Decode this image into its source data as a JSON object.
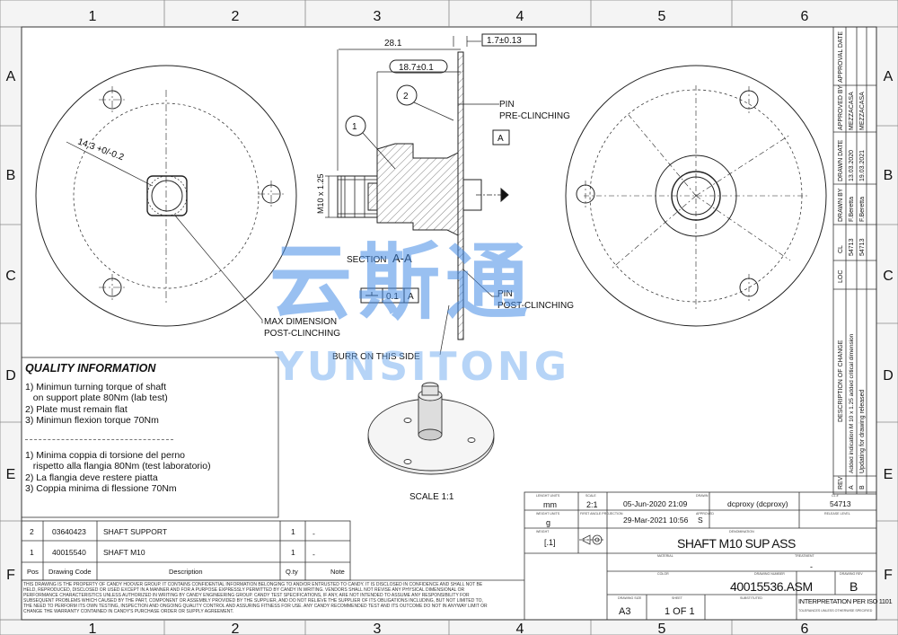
{
  "grid": {
    "columns": [
      "1",
      "2",
      "3",
      "4",
      "5",
      "6"
    ],
    "rows": [
      "A",
      "B",
      "C",
      "D",
      "E",
      "F"
    ]
  },
  "dimensions": {
    "d281": "28.1",
    "d17": "1.7±0.13",
    "d187": "18.7±0.1",
    "d143": "14.3 +0/-0.2",
    "m10": "M10 x 1.25"
  },
  "callouts": {
    "one": "1",
    "two": "2",
    "pin_pre": [
      "PIN",
      "PRE-CLINCHING"
    ],
    "pin_post": [
      "PIN",
      "POST-CLINCHING"
    ],
    "max_dim": [
      "MAX DIMENSION",
      "POST-CLINCHING"
    ],
    "burr": "BURR ON THIS SIDE",
    "datum": "A",
    "flatness": "0.1",
    "section_label": "SECTION",
    "section_id": "A-A",
    "scale": "SCALE  1:1"
  },
  "quality": {
    "title": "QUALITY INFORMATION",
    "en": [
      "1) Minimun turning torque of shaft",
      "   on support plate 80Nm (lab test)",
      "2) Plate must remain flat",
      "3) Minimun flexion torque 70Nm"
    ],
    "it": [
      "1) Minima coppia di torsione del perno",
      "   rispetto alla flangia 80Nm (test laboratorio)",
      "2) La flangia deve restere piatta",
      "3) Coppia minima di flessione 70Nm"
    ]
  },
  "bom": {
    "headers": [
      "Pos",
      "Drawing Code",
      "Description",
      "Q.ty",
      "Note"
    ],
    "rows": [
      [
        "2",
        "03640423",
        "SHAFT SUPPORT",
        "1",
        "-"
      ],
      [
        "1",
        "40015540",
        "SHAFT M10",
        "1",
        "-"
      ]
    ]
  },
  "revisions": {
    "headers": [
      "REV",
      "DESCRIPTION OF CHANGE",
      "LOC",
      "CL",
      "DRAWN BY",
      "DRAWN DATE",
      "APPROVED BY",
      "APPROVAL DATE"
    ],
    "rows": [
      [
        "A",
        "Added indication M 10 x 1.25 added critical dimension",
        "",
        "54713",
        "F.Beretta",
        "13.03.2020",
        "MEZZACASA",
        ""
      ],
      [
        "B",
        "Updating for drawing released",
        "",
        "54713",
        "F.Beretta",
        "19.03.2021",
        "MEZZACASA",
        ""
      ]
    ]
  },
  "title_block": {
    "units_label": "LENGHT UNITS",
    "units": "mm",
    "scale_label": "SCALE",
    "scale": "2:1",
    "weight_units_label": "WEIGHT UNITS",
    "weight_units": "g",
    "projection_label": "FIRST ANGLE PROJECTION",
    "weight_label": "WEIGHT",
    "weight": "[.1]",
    "drawn_date": "05-Jun-2020 21:09",
    "drawn_label": "DRAWN",
    "drawn_by": "dcproxy (dcproxy)",
    "cl_label": "CL #",
    "cl": "54713",
    "approved_date": "29-Mar-2021 10:56",
    "approved_mark": "S",
    "approved_label": "APPROVED",
    "release_label": "RELEASE LEVEL",
    "denomination_label": "DENOMINATION",
    "denomination": "SHAFT M10 SUP ASS",
    "material_label": "MATERIAL",
    "treatment_label": "TREATMENT",
    "treatment": "-",
    "color_label": "COLOR",
    "drawing_number_label": "DRAWING NUMBER",
    "drawing_number": "40015536.ASM",
    "drawing_rev_label": "DRAWING REV",
    "drawing_rev": "B",
    "size_label": "DRAWING SIZE",
    "size": "A3",
    "sheet_label": "SHEET",
    "sheet": "1 OF 1",
    "substituted_label": "SUBSTITUTED",
    "interpretation": "INTERPRETATION PER ISO 1101",
    "tolerances": "TOLERANCES UNLESS OTHERWISE SPECIFIED"
  },
  "disclaimer": [
    "THIS DRAWING IS THE PROPERTY OF CANDY HOOVER GROUP. IT CONTAINS CONFIDENTIAL INFORMATION BELONGING TO AND/OR ENTRUSTED TO CANDY. IT IS DISCLOSED IN CONFIDENCE AND SHALL NOT BE",
    "HELD, REPRODUCED, DISCLOSED OR USED EXCEPT IN A MANNER AND FOR A PURPOSE EXPRESSLY PERMITTED BY CANDY IN WRITING. VENDORS SHALL NOT REVISE ANY PHYSICAL DIMENSIONAL OR",
    "PERFORMANCE CHARACTERISTICS UNLESS AUTHORIZED IN WRITING BY CANDY ENGINEERING GROUP. CANDY TEST SPECIFICATIONS, IF ANY, ARE NOT INTENDED TO ASSUME ANY RESPONSIBILITY FOR",
    "SUBSEQUENT PROBLEMS WHICH CAUSED BY THE PART, COMPONENT OR ASSEMBLY PROVIDED BY THE SUPPLIER, AND DO NOT RELIEVE THE SUPPLIER OF ITS OBLIGATIONS INCLUDING, BUT NOT LIMITED TO,",
    "THE NEED TO PERFORM ITS OWN TESTING, INSPECTION AND ONGOING QUALITY CONTROL AND ASSURING FITNESS FOR USE. ANY CANDY RECOMMENDED TEST AND ITS OUTCOME DO NOT IN ANYWAY LIMIT OR",
    "CHANGE THE WARRANTY CONTAINED IN CANDY'S PURCHASE ORDER OR SUPPLY AGREEMENT."
  ],
  "watermark": {
    "cn": "云斯通",
    "en": "YUNSITONG"
  }
}
